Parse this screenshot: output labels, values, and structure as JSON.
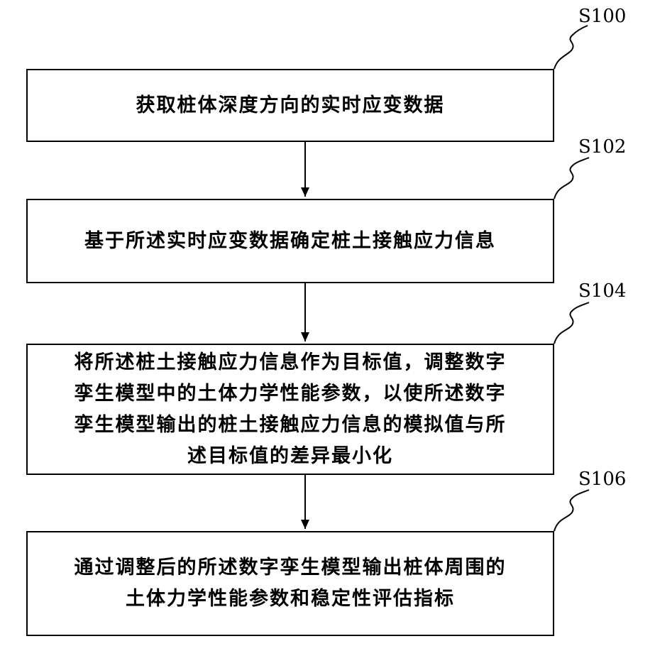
{
  "steps": [
    {
      "label": "S100",
      "text": "获取桩体深度方向的实时应变数据"
    },
    {
      "label": "S102",
      "text": "基于所述实时应变数据确定桩土接触应力信息"
    },
    {
      "label": "S104",
      "text": "将所述桩土接触应力信息作为目标值，调整数字\n孪生模型中的土体力学性能参数，以使所述数字\n孪生模型输出的桩土接触应力信息的模拟值与所\n述目标值的差异最小化"
    },
    {
      "label": "S106",
      "text": "通过调整后的所述数字孪生模型输出桩体周围的\n土体力学性能参数和稳定性评估指标"
    }
  ]
}
